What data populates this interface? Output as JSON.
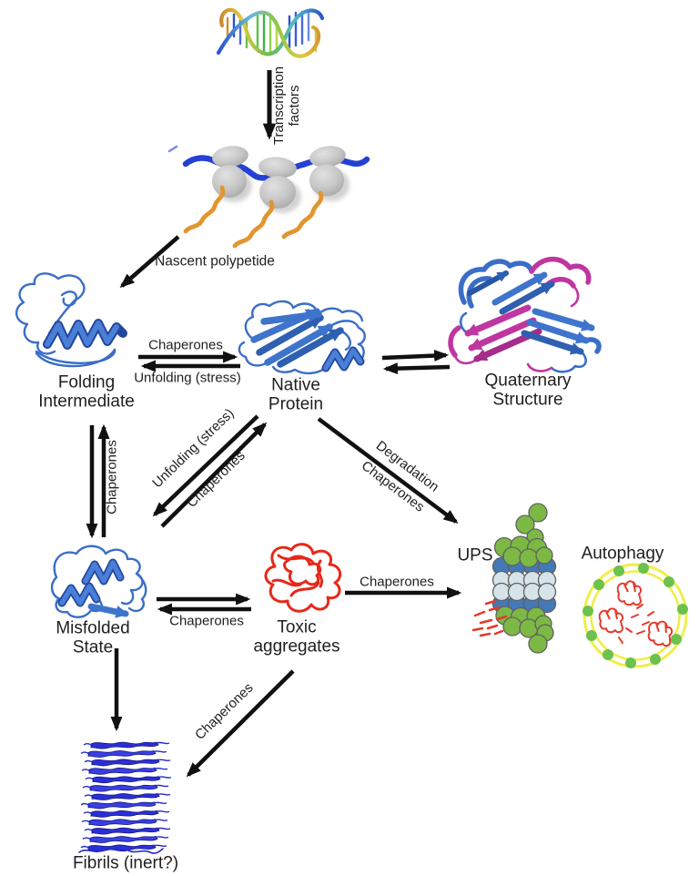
{
  "figure": {
    "node_labels": {
      "transcription_factors": "Transcription factors",
      "nascent_polypeptide": "Nascent polypetide",
      "folding_intermediate": "Folding Intermediate",
      "native_protein": "Native Protein",
      "quaternary_structure": "Quaternary Structure",
      "misfolded_state": "Misfolded State",
      "toxic_aggregates": "Toxic aggregates",
      "ups": "UPS",
      "autophagy": "Autophagy",
      "fibrils": "Fibrils (inert?)"
    },
    "edge_labels": {
      "folding_to_native": "Chaperones",
      "native_to_folding": "Unfolding (stress)",
      "folding_misfolded": "Chaperones",
      "misfolded_to_native_unfolding": "Unfolding (stress)",
      "misfolded_to_native_chaperones": "Chaperones",
      "native_to_ups_degradation": "Degradation",
      "native_to_ups_chaperones": "Chaperones",
      "toxic_to_misfolded": "Chaperones",
      "toxic_to_ups": "Chaperones",
      "toxic_to_fibrils": "Chaperones"
    },
    "colors": {
      "ribbon_blue": "#3f74cc",
      "ribbon_blue_dark": "#2a55a5",
      "magenta": "#bf36a0",
      "aggregate_red": "#e6281a",
      "fibril_blue": "#2b2fd8",
      "proteasome_green": "#7cb944",
      "proteasome_blue": "#4479b8",
      "proteasome_light": "#d6e4ea",
      "autophagosome_yellow": "#f0ee48",
      "vesicle_green": "#6cc24c",
      "mrna_blue": "#2441d4",
      "nascent_orange": "#e2952f",
      "ribosome_gray": "#c4c4c4",
      "arrow_black": "#111111"
    }
  }
}
